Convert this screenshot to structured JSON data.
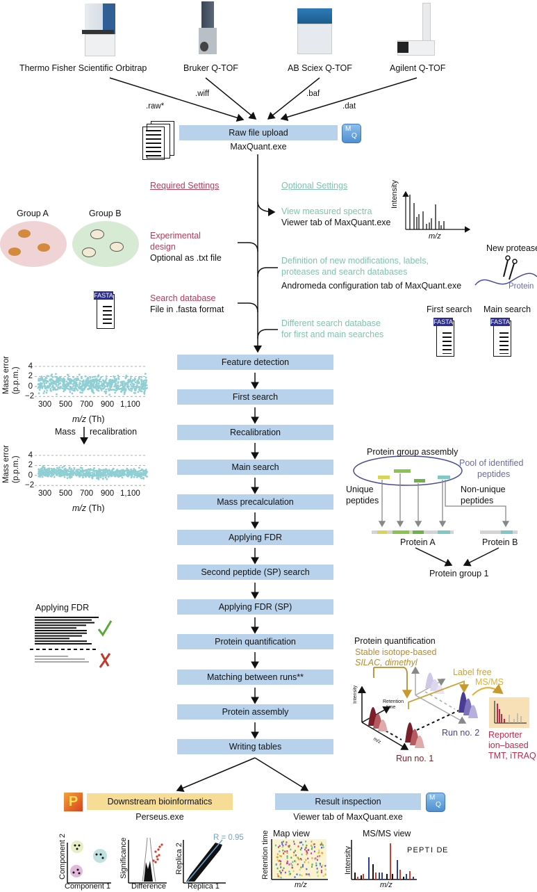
{
  "instruments": [
    {
      "name": "Thermo Fisher Scientific Orbitrap",
      "format": ".raw*"
    },
    {
      "name": "Bruker Q-TOF",
      "format": ".wiff"
    },
    {
      "name": "AB Sciex Q-TOF",
      "format": ".baf"
    },
    {
      "name": "Agilent Q-TOF",
      "format": ".dat"
    }
  ],
  "upload": {
    "title": "Raw file upload",
    "subtitle": "MaxQuant.exe",
    "mq_badge": [
      "M",
      "Q"
    ]
  },
  "settings": {
    "required_header": "Required Settings",
    "optional_header": "Optional Settings",
    "required": [
      {
        "title": "Experimental design",
        "title_line1": "Experimental",
        "title_line2": "design",
        "note": "Optional as .txt file"
      },
      {
        "title": "Search database",
        "note": "File in .fasta format"
      }
    ],
    "optional": [
      {
        "title": "View measured spectra",
        "note": "Viewer tab of MaxQuant.exe"
      },
      {
        "title_line1": "Definition of new modifications, labels,",
        "title_line2": "proteases and search databases",
        "note": "Andromeda configuration tab of MaxQuant.exe"
      },
      {
        "title_line1": "Different search database",
        "title_line2": "for first and main searches"
      }
    ]
  },
  "groups": {
    "a": "Group A",
    "b": "Group B"
  },
  "fasta_label": "FASTA",
  "spectrum": {
    "ylabel": "Intensity",
    "xlabel": "m/z"
  },
  "protease": {
    "title": "New protease",
    "protein": "Protein"
  },
  "searches": {
    "first": "First search",
    "main": "Main search"
  },
  "pipeline": [
    "Feature detection",
    "First search",
    "Recalibration",
    "Main search",
    "Mass precalculation",
    "Applying FDR",
    "Second peptide (SP) search",
    "Applying FDR (SP)",
    "Protein quantification",
    "Matching between runs**",
    "Protein assembly",
    "Writing tables"
  ],
  "mass_error": {
    "ylabel_line1": "Mass error",
    "ylabel_line2": "(p.p.m.)",
    "yticks": [
      "4",
      "2",
      "0",
      "−2"
    ],
    "xticks": [
      "300",
      "500",
      "700",
      "900",
      "1,100"
    ],
    "xlabel_italic": "m/z",
    "xlabel_unit": " (Th)",
    "arrow_left": "Mass",
    "arrow_right": "recalibration"
  },
  "protein_group": {
    "title": "Protein group assembly",
    "pool_line1": "Pool of identified",
    "pool_line2": "peptides",
    "unique_line1": "Unique",
    "unique_line2": "peptides",
    "nonunique_line1": "Non-unique",
    "nonunique_line2": "peptides",
    "protein_a": "Protein A",
    "protein_b": "Protein B",
    "group": "Protein group 1"
  },
  "fdr": {
    "title": "Applying FDR",
    "accept_icon": "check",
    "reject_icon": "cross"
  },
  "quantification": {
    "title": "Protein quantification",
    "stable_line1": "Stable isotope-based",
    "stable_line2": "SILAC, dimethyl",
    "label_free": "Label free",
    "msms": "MS/MS",
    "intensity": "Intensity",
    "retention_line1": "Retention",
    "retention_line2": "time",
    "mz": "m/z",
    "run1": "Run no. 1",
    "run2": "Run no. 2",
    "reporter_line1": "Reporter",
    "reporter_line2": "ion–based",
    "reporter_line3": "TMT, iTRAQ"
  },
  "downstream": {
    "title": "Downstream bioinformatics",
    "subtitle": "Perseus.exe",
    "logo": "P"
  },
  "inspection": {
    "title": "Result inspection",
    "subtitle": "Viewer tab of MaxQuant.exe"
  },
  "perseus_plots": {
    "pca": {
      "x": "Component 1",
      "y": "Component 2"
    },
    "volcano": {
      "x": "Difference",
      "y": "Significance"
    },
    "scatter": {
      "x": "Replica 1",
      "y": "Replica 2",
      "r": "R = 0.95"
    }
  },
  "viewer_plots": {
    "map": {
      "title": "Map view",
      "x": "m/z",
      "y": "Retention time"
    },
    "msms": {
      "title": "MS/MS view",
      "x": "m/z",
      "y": "Intensity",
      "peptide": [
        "P",
        "E",
        "P",
        "T",
        "I",
        "D",
        "E"
      ]
    }
  },
  "colors": {
    "flow_box": "#b8d2ec",
    "downstream_box": "#f6dc95",
    "required": "#b83a55",
    "optional": "#7fc2ad",
    "scatter_points": "#8fcfd4"
  }
}
